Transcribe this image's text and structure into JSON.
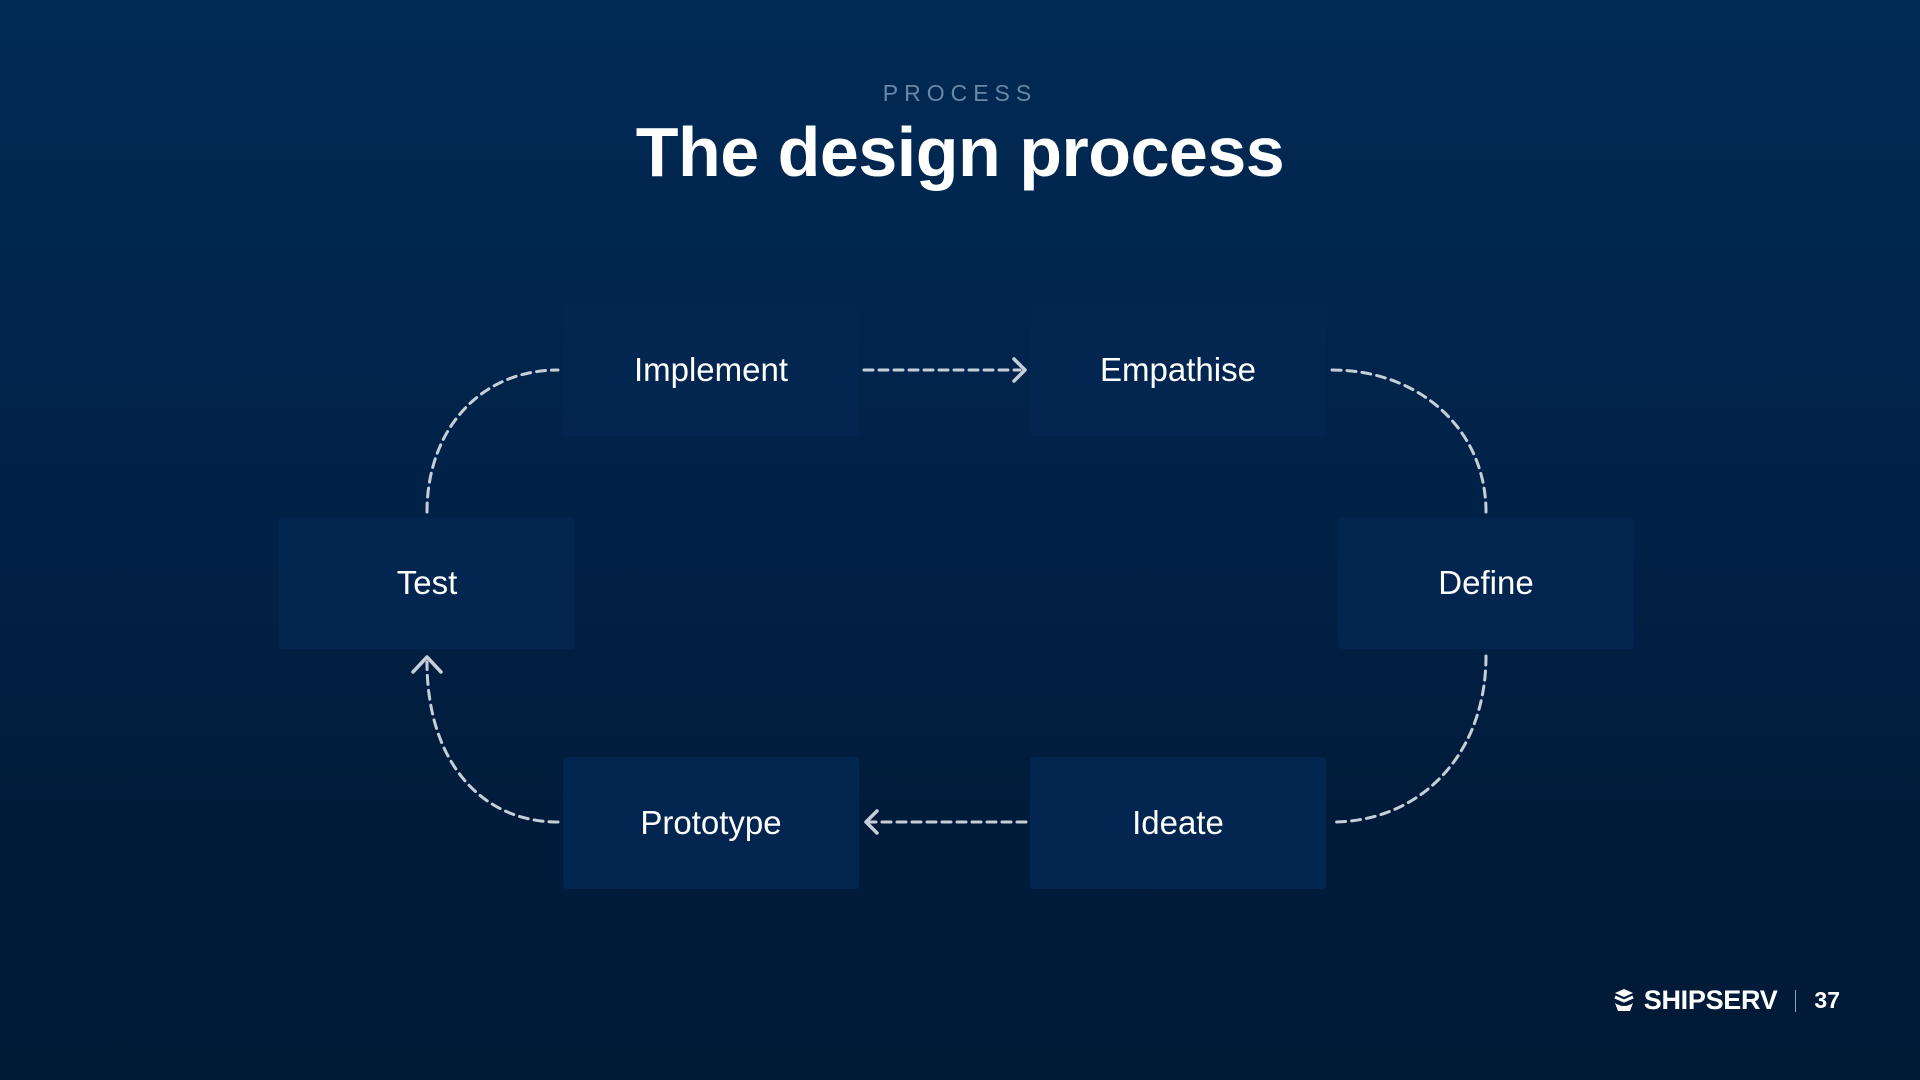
{
  "slide": {
    "eyebrow": "PROCESS",
    "title": "The design process"
  },
  "diagram": {
    "nodes": {
      "implement": "Implement",
      "empathise": "Empathise",
      "define": "Define",
      "ideate": "Ideate",
      "prototype": "Prototype",
      "test": "Test"
    },
    "cycle_order": [
      "Empathise",
      "Define",
      "Ideate",
      "Prototype",
      "Test",
      "Implement"
    ],
    "node_color": "#02264f",
    "connector_color": "#c6ced8"
  },
  "footer": {
    "brand": "SHIPSERV",
    "logo_icon": "shipserv-logo-icon",
    "page_number": "37"
  }
}
